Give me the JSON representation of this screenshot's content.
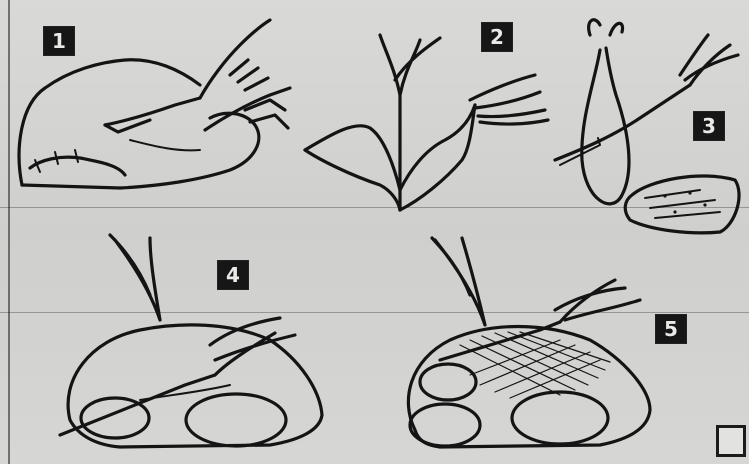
{
  "steps": [
    {
      "label": "1",
      "icon": "chicken-knife-icon"
    },
    {
      "label": "2",
      "icon": "v-cut-hand-icon"
    },
    {
      "label": "3",
      "icon": "wishbone-knife-icon"
    },
    {
      "label": "4",
      "icon": "breast-cut-icon"
    },
    {
      "label": "5",
      "icon": "carved-breast-icon"
    }
  ],
  "logo": {
    "icon": "publisher-logo-icon"
  },
  "colors": {
    "ink": "#141414",
    "paper": "#d4d4d2"
  }
}
